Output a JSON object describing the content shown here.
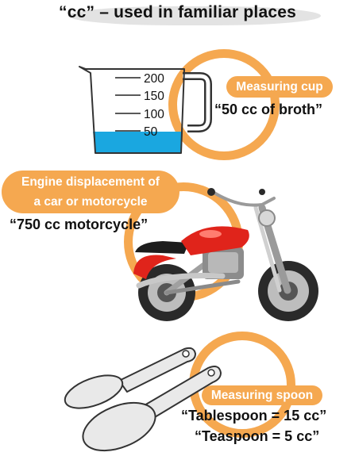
{
  "title": "“cc”  – used in familiar places",
  "measuring_cup": {
    "label": "Measuring cup",
    "quote": "“50 cc of broth”",
    "scale": [
      "200",
      "150",
      "100",
      "50"
    ],
    "fill_level": 50,
    "liquid_color": "#1aa7e0"
  },
  "engine": {
    "label_line1": "Engine displacement of",
    "label_line2": "a car or motorcycle",
    "quote": "“750 cc motorcycle”",
    "body_color": "#e0241b"
  },
  "measuring_spoon": {
    "label": "Measuring spoon",
    "quote_line1": "“Tablespoon = 15 cc”",
    "quote_line2": "“Teaspoon = 5 cc”"
  },
  "accent_color": "#f5a850"
}
